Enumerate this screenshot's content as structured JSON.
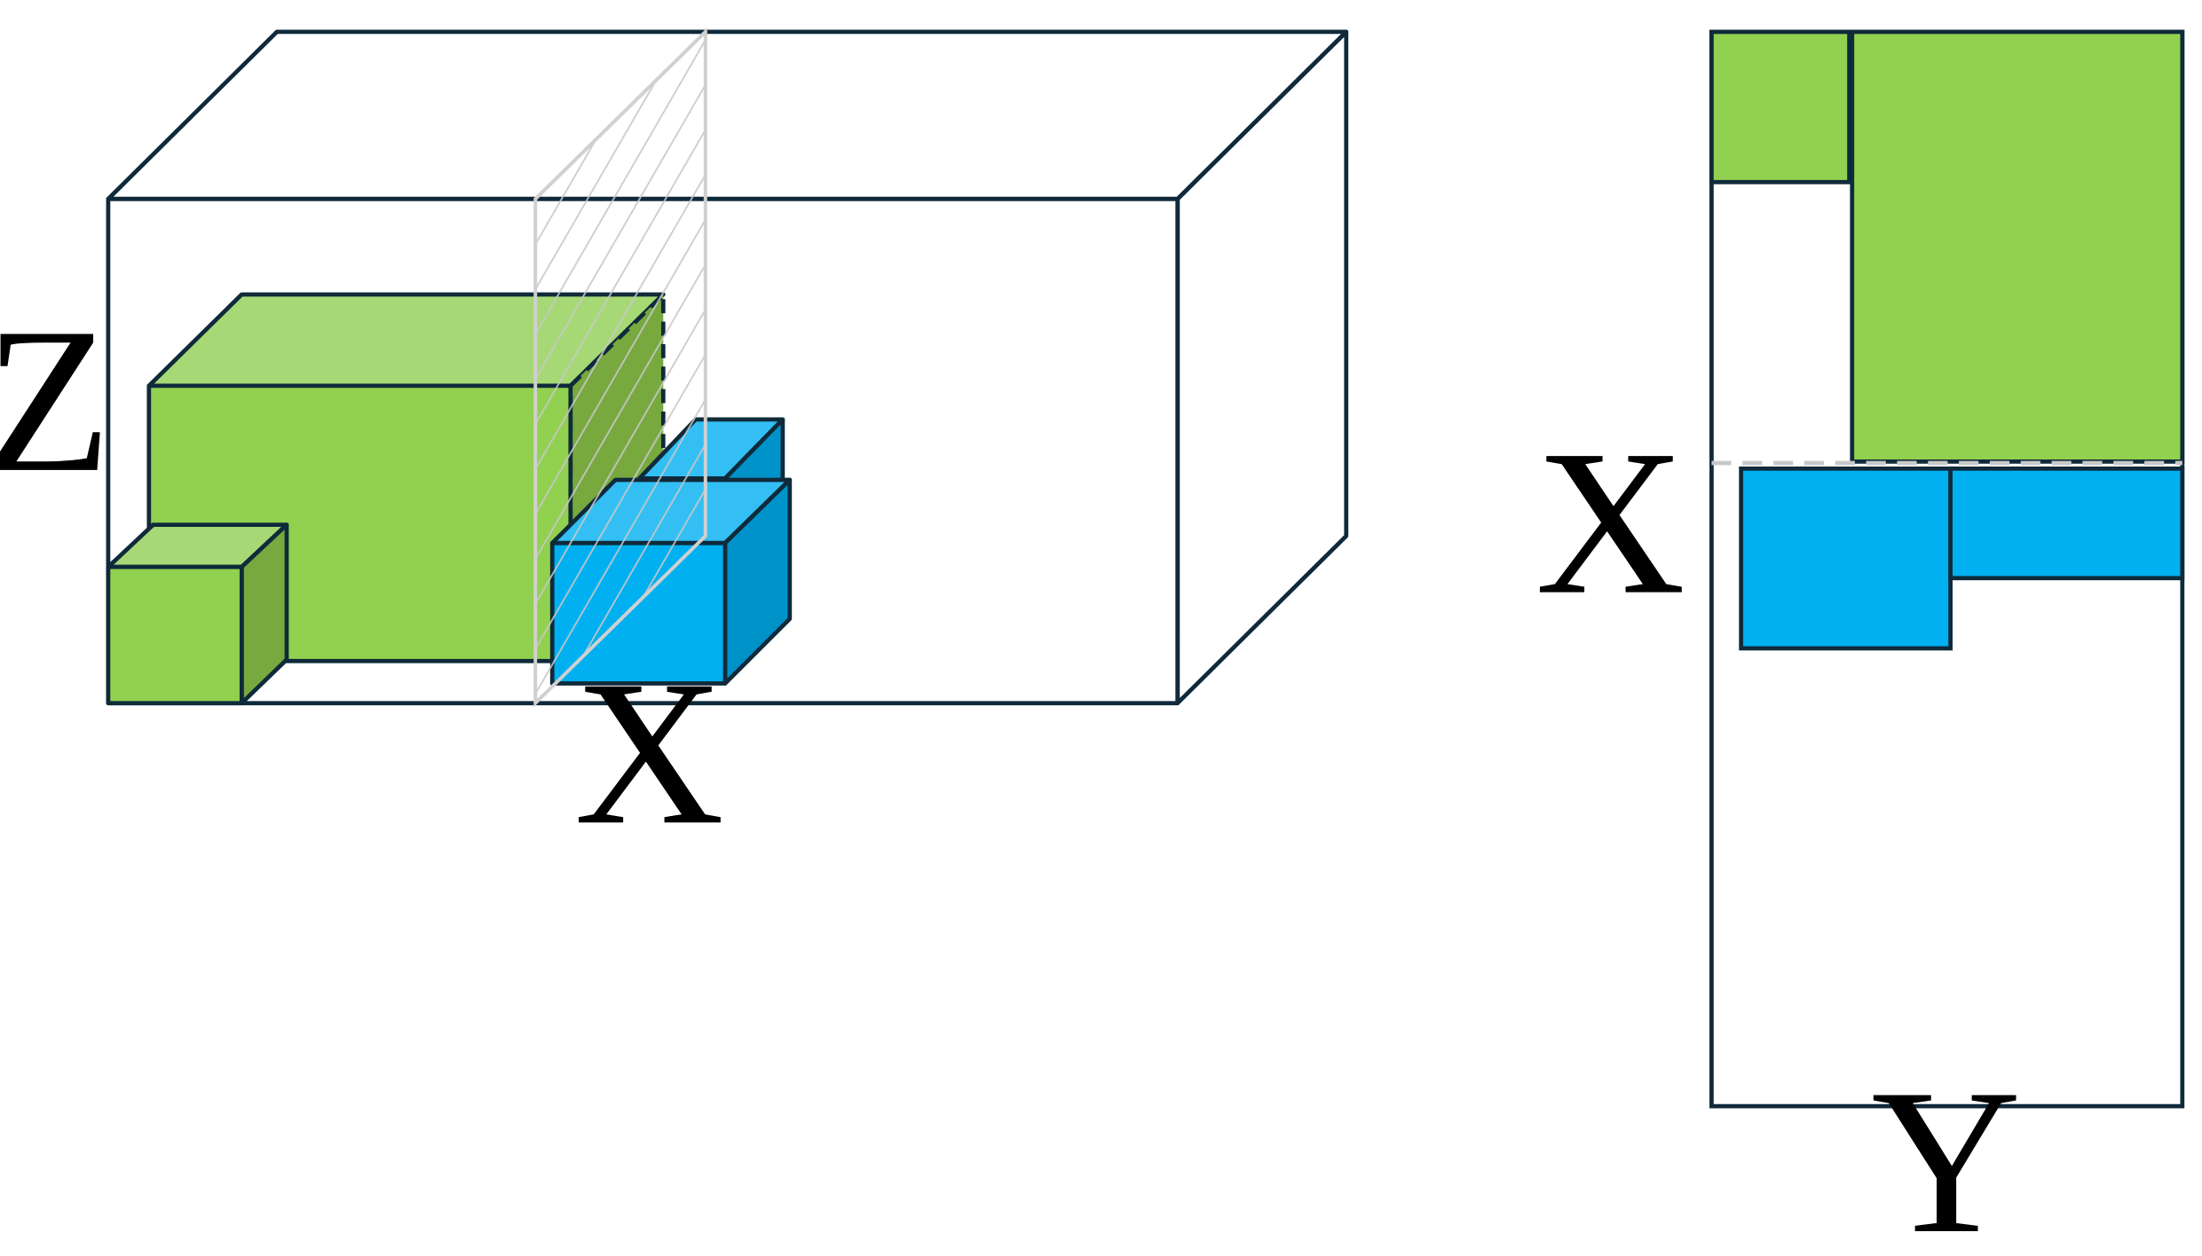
{
  "labels": {
    "left_vertical_axis": "Z",
    "left_horizontal_axis": "X",
    "right_vertical_axis": "X",
    "right_horizontal_axis": "Y"
  },
  "colors": {
    "outline": "#0f2a3a",
    "green_front": "#92d050",
    "green_top": "#a6d975",
    "green_side": "#77a93f",
    "blue_front": "#00b0f0",
    "blue_top": "#33bff3",
    "blue_side": "#0093c9",
    "slice_plane": "#d0d0d0"
  }
}
